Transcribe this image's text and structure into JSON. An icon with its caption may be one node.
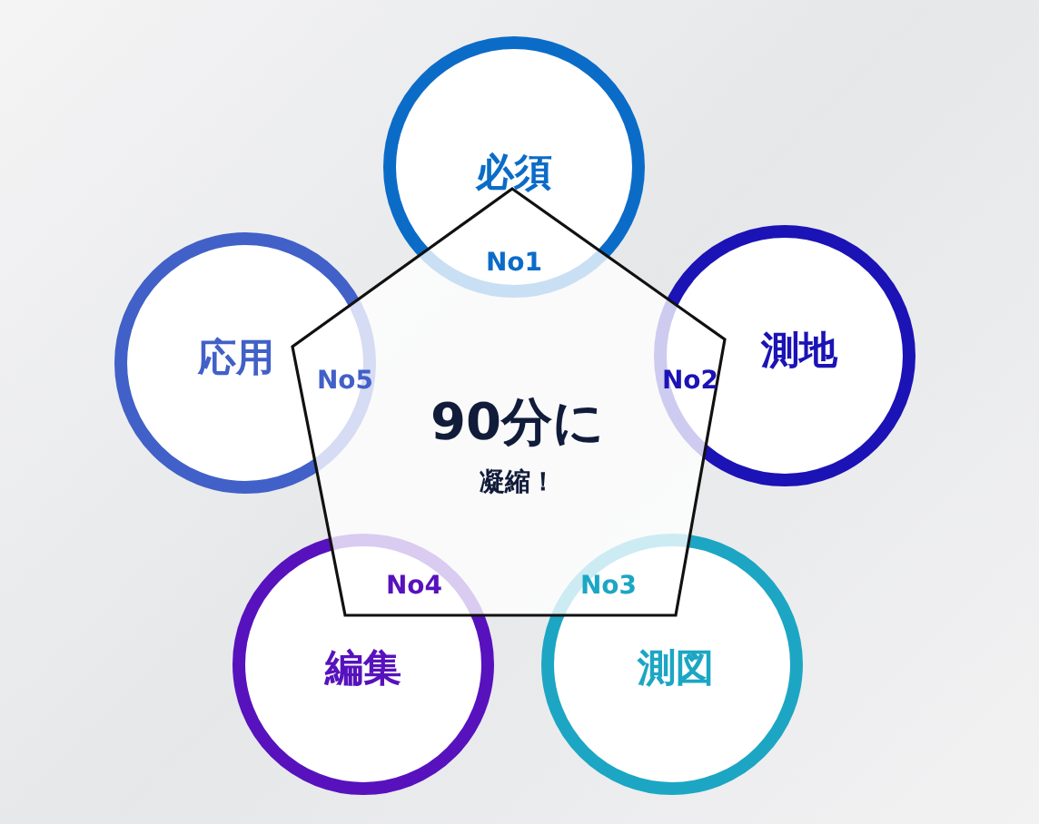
{
  "diagram": {
    "nodes": [
      {
        "text": [
          "90分に",
          "凝縮！"
        ]
      },
      {
        "text": [
          "必須",
          "No1"
        ]
      },
      {
        "text": [
          "測地",
          "No2"
        ]
      },
      {
        "text": [
          "No3",
          "測図"
        ]
      },
      {
        "text": [
          "No4",
          "編集"
        ]
      },
      {
        "text": [
          "応用",
          "No5"
        ]
      }
    ],
    "edges": []
  }
}
